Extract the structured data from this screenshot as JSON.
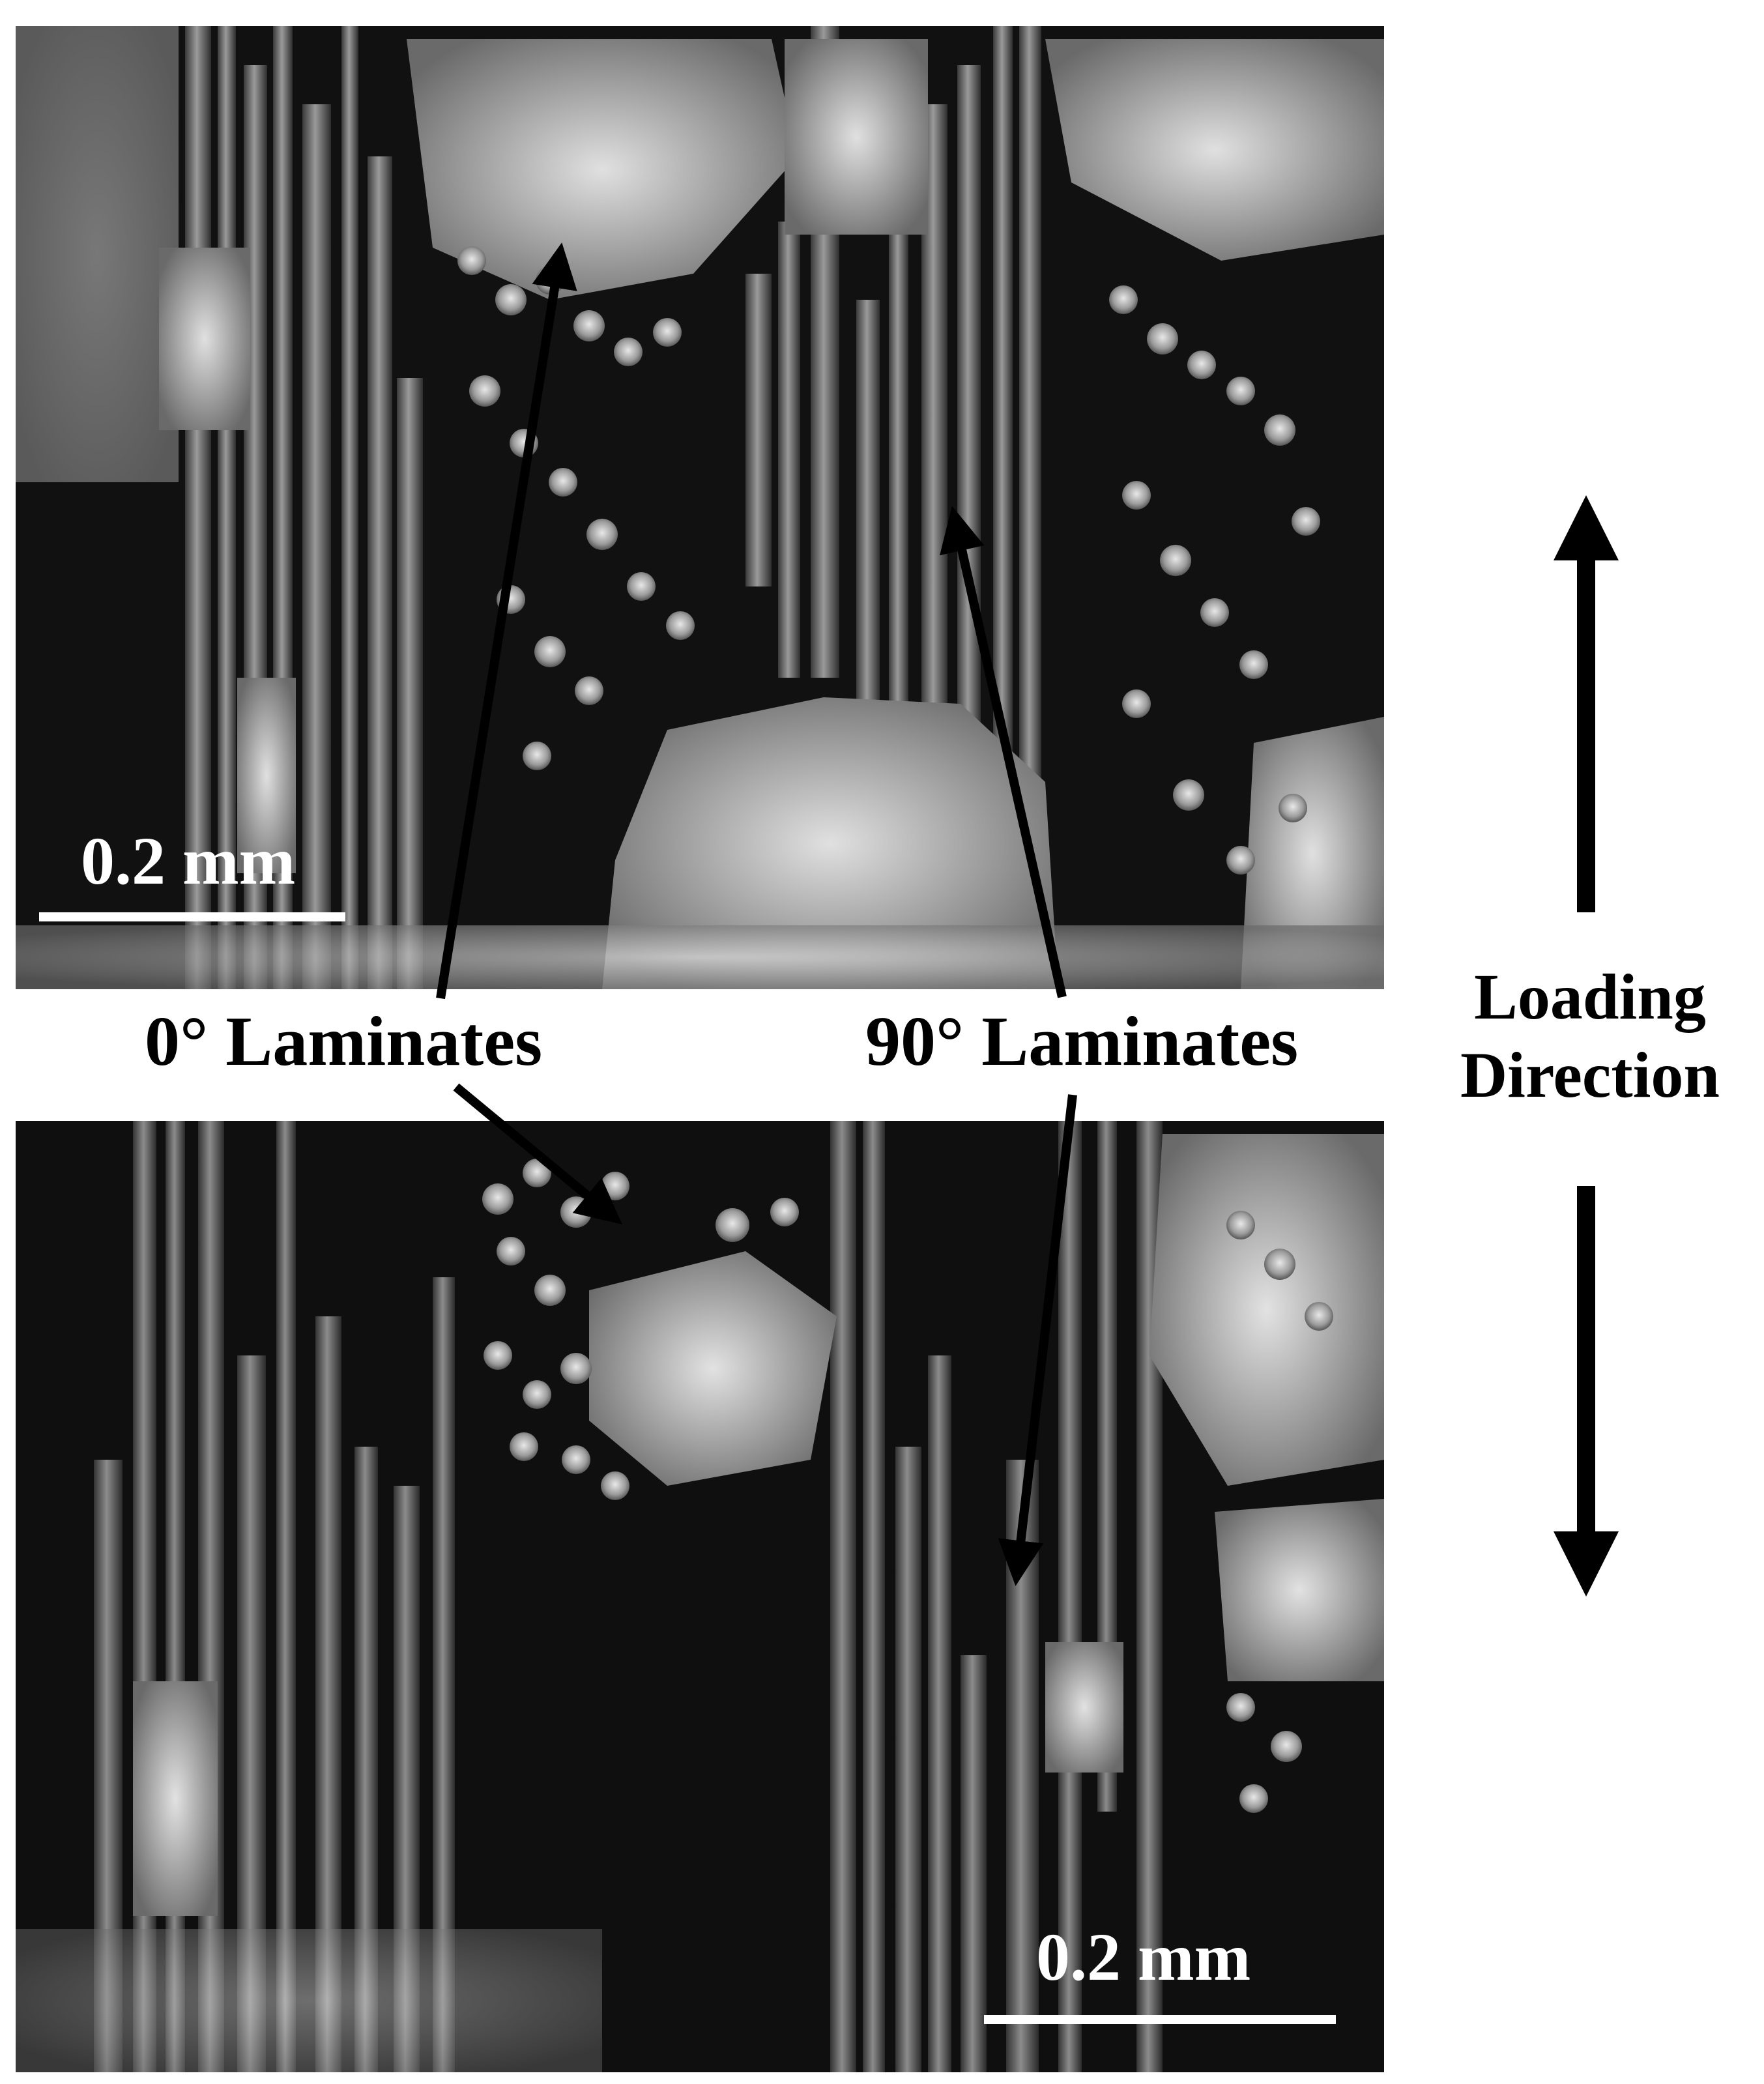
{
  "labels": {
    "zero_degree": "0° Laminates",
    "ninety_degree": "90° Laminates"
  },
  "loading": {
    "line1": "Loading",
    "line2": "Direction"
  },
  "scale_bars": {
    "top": "0.2 mm",
    "bottom": "0.2 mm"
  },
  "colors": {
    "background": "#ffffff",
    "micrograph_dark": "#0d0d0d",
    "arrow": "#000000",
    "scale_text": "#ffffff"
  }
}
